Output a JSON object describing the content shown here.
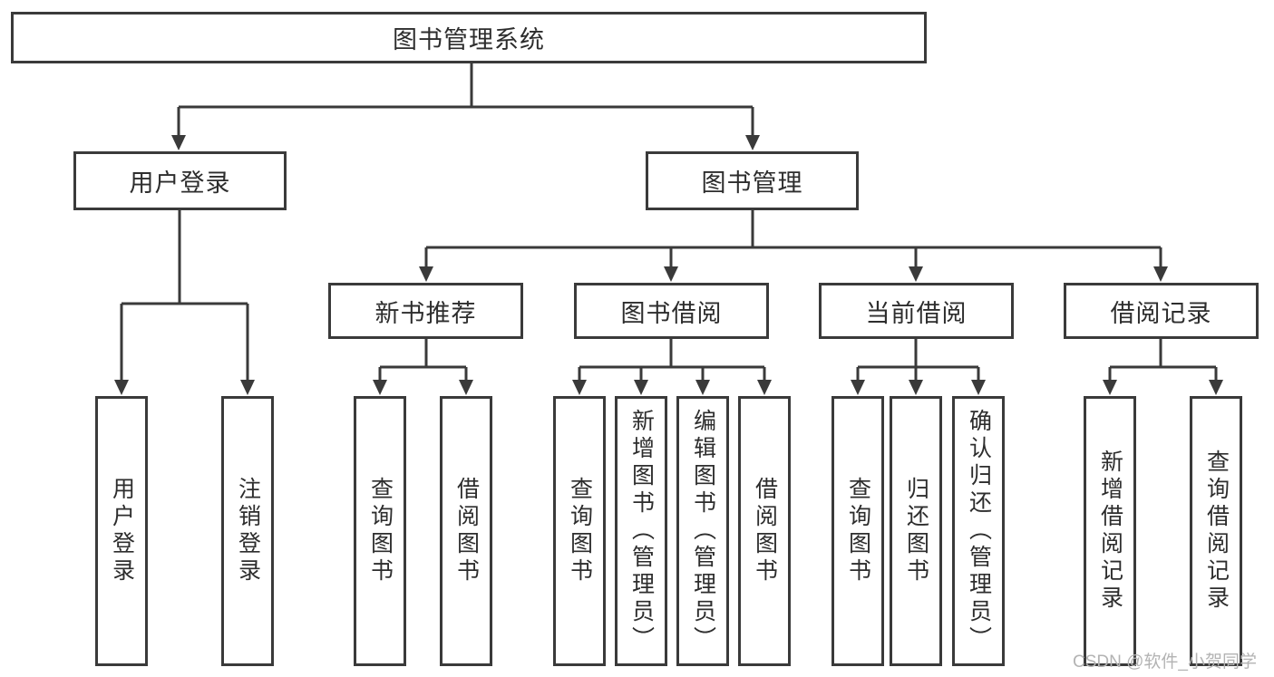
{
  "tree": {
    "root": {
      "label": "图书管理系统"
    },
    "children": [
      {
        "label": "用户登录",
        "children": [
          {
            "label": "用户登录"
          },
          {
            "label": "注销登录"
          }
        ]
      },
      {
        "label": "图书管理",
        "children": [
          {
            "label": "新书推荐",
            "children": [
              {
                "label": "查询图书"
              },
              {
                "label": "借阅图书"
              }
            ]
          },
          {
            "label": "图书借阅",
            "children": [
              {
                "label": "查询图书"
              },
              {
                "label": "新增图书（管理员）"
              },
              {
                "label": "编辑图书（管理员）"
              },
              {
                "label": "借阅图书"
              }
            ]
          },
          {
            "label": "当前借阅",
            "children": [
              {
                "label": "查询图书"
              },
              {
                "label": "归还图书"
              },
              {
                "label": "确认归还（管理员）"
              }
            ]
          },
          {
            "label": "借阅记录",
            "children": [
              {
                "label": "新增借阅记录"
              },
              {
                "label": "查询借阅记录"
              }
            ]
          }
        ]
      }
    ]
  },
  "watermark": {
    "text": "CSDN @软件_小贺同学"
  },
  "colors": {
    "line": "#3a3a3a",
    "text": "#2d2d2d",
    "watermark": "#b3b3b3",
    "background": "#ffffff"
  }
}
